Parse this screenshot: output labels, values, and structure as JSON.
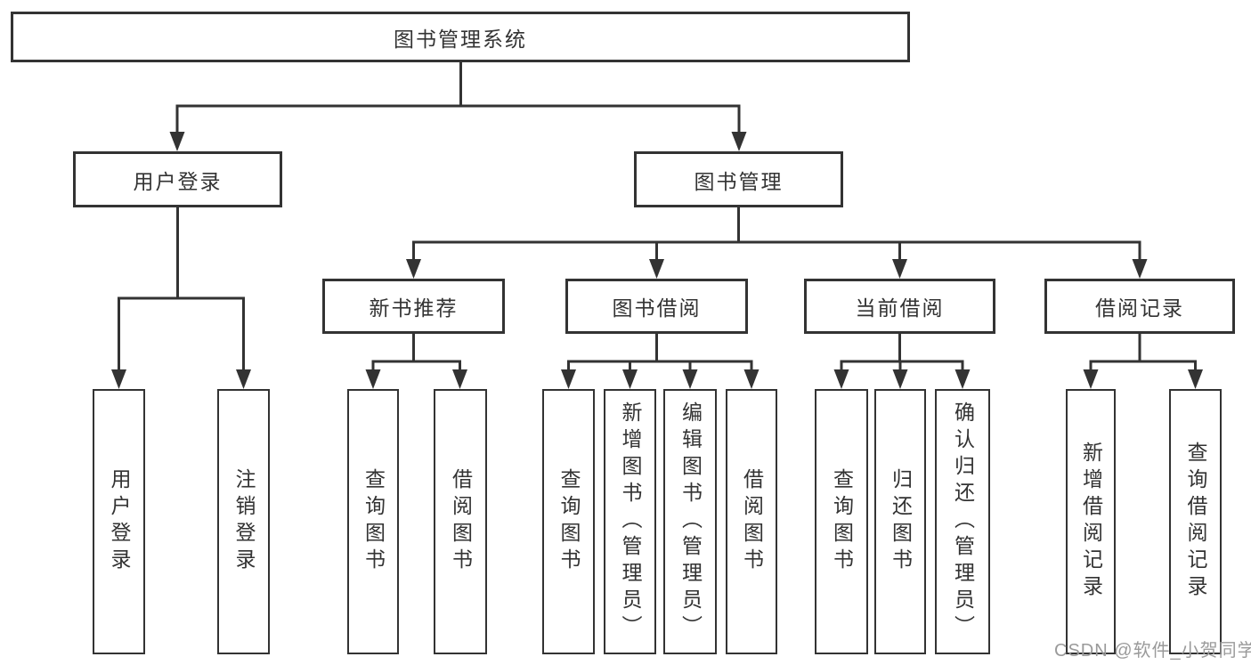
{
  "diagram": {
    "root": "图书管理系统",
    "level2": {
      "user_login": "用户登录",
      "book_mgmt": "图书管理"
    },
    "level3": {
      "new_book_recommend": "新书推荐",
      "book_borrow": "图书借阅",
      "current_borrow": "当前借阅",
      "borrow_records": "借阅记录"
    },
    "leaves": {
      "login": "用户登录",
      "logout": "注销登录",
      "rec_query_books": "查询图书",
      "rec_borrow_books": "借阅图书",
      "bb_query_books": "查询图书",
      "bb_add_books_admin": "新增图书（管理员）",
      "bb_edit_books_admin": "编辑图书（管理员）",
      "bb_borrow_books": "借阅图书",
      "cb_query_books": "查询图书",
      "cb_return_books": "归还图书",
      "cb_confirm_return_admin": "确认归还（管理员）",
      "br_add_record": "新增借阅记录",
      "br_query_record": "查询借阅记录"
    }
  },
  "watermark": {
    "text": "CSDN @软件_小贺同学"
  },
  "colors": {
    "line": "#333333",
    "box_fill": "#ffffff",
    "watermark": "#9a9a9a"
  }
}
